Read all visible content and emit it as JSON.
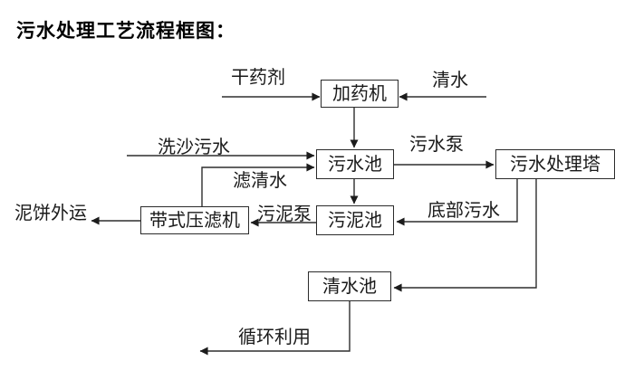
{
  "title": "污水处理工艺流程框图：",
  "nodes": {
    "dosing_machine": "加药机",
    "sewage_pool": "污水池",
    "treatment_tower": "污水处理塔",
    "sludge_pool": "污泥池",
    "belt_filter_press": "带式压滤机",
    "clean_water_pool": "清水池"
  },
  "edges": [
    {
      "label": "干药剂",
      "from": "external",
      "to": "dosing_machine"
    },
    {
      "label": "清水",
      "from": "external",
      "to": "dosing_machine"
    },
    {
      "label": "",
      "from": "dosing_machine",
      "to": "sewage_pool"
    },
    {
      "label": "洗沙污水",
      "from": "external",
      "to": "sewage_pool"
    },
    {
      "label": "滤清水",
      "from": "belt_filter_press",
      "to": "sewage_pool"
    },
    {
      "label": "污水泵",
      "from": "sewage_pool",
      "to": "treatment_tower"
    },
    {
      "label": "",
      "from": "sewage_pool",
      "to": "sludge_pool"
    },
    {
      "label": "底部污水",
      "from": "treatment_tower",
      "to": "sludge_pool"
    },
    {
      "label": "污泥泵",
      "from": "sludge_pool",
      "to": "belt_filter_press"
    },
    {
      "label": "泥饼外运",
      "from": "belt_filter_press",
      "to": "external"
    },
    {
      "label": "",
      "from": "treatment_tower",
      "to": "clean_water_pool"
    },
    {
      "label": "循环利用",
      "from": "clean_water_pool",
      "to": "external"
    }
  ],
  "colors": {
    "background": "#ffffff",
    "line": "#2e2e2e",
    "box_border": "#2b2b2b",
    "text": "#1a1a1a"
  }
}
